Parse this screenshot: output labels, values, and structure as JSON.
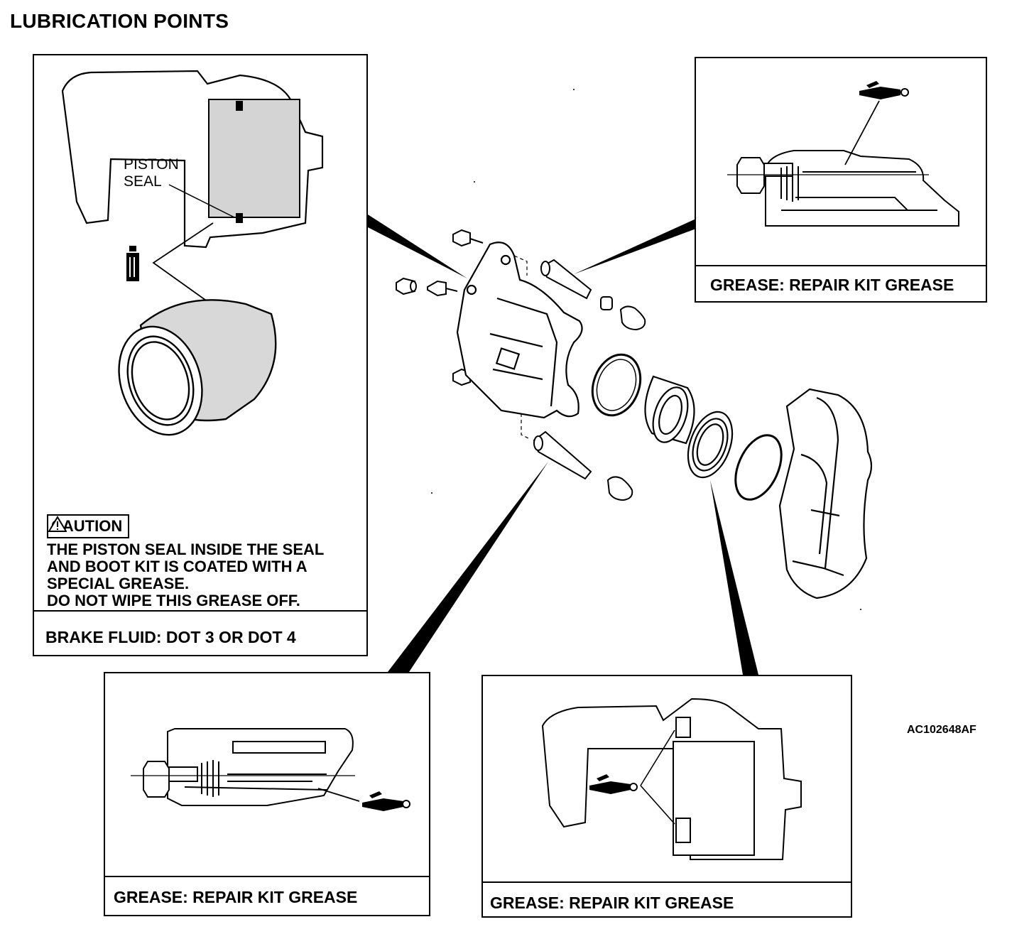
{
  "page": {
    "title": "LUBRICATION POINTS",
    "figure_id": "AC102648AF"
  },
  "panels": {
    "piston": {
      "label_piston_seal": "PISTON\nSEAL",
      "caution_title": "CAUTION",
      "caution_text": "THE PISTON SEAL INSIDE THE SEAL\nAND BOOT KIT IS COATED WITH A\nSPECIAL GREASE.\nDO NOT WIPE THIS GREASE OFF.",
      "footer": "BRAKE FLUID: DOT 3 OR DOT 4",
      "fluid_icon": "brake-fluid-bottle-icon"
    },
    "top_right": {
      "footer": "GREASE: REPAIR KIT GREASE",
      "grease_icon": "grease-tube-icon"
    },
    "bottom_left": {
      "footer": "GREASE: REPAIR KIT GREASE",
      "grease_icon": "grease-tube-icon"
    },
    "bottom_center": {
      "footer": "GREASE: REPAIR KIT GREASE",
      "grease_icon": "grease-tube-icon"
    }
  },
  "colors": {
    "ink": "#000000",
    "paper": "#ffffff",
    "stipple": "#c8c8c8"
  }
}
